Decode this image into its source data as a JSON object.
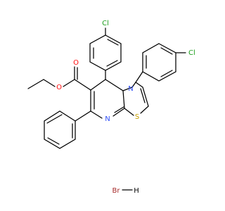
{
  "atoms": {
    "cl": "Cl",
    "o": "O",
    "n": "N",
    "s": "S",
    "br": "Br",
    "h": "H"
  },
  "colors": {
    "bond": "#000000",
    "chlorine": "#1FA01F",
    "oxygen": "#FF0D0D",
    "nitrogen": "#3050F8",
    "sulfur": "#C8A000",
    "bromine": "#A62929",
    "hydrogen": "#000000"
  }
}
